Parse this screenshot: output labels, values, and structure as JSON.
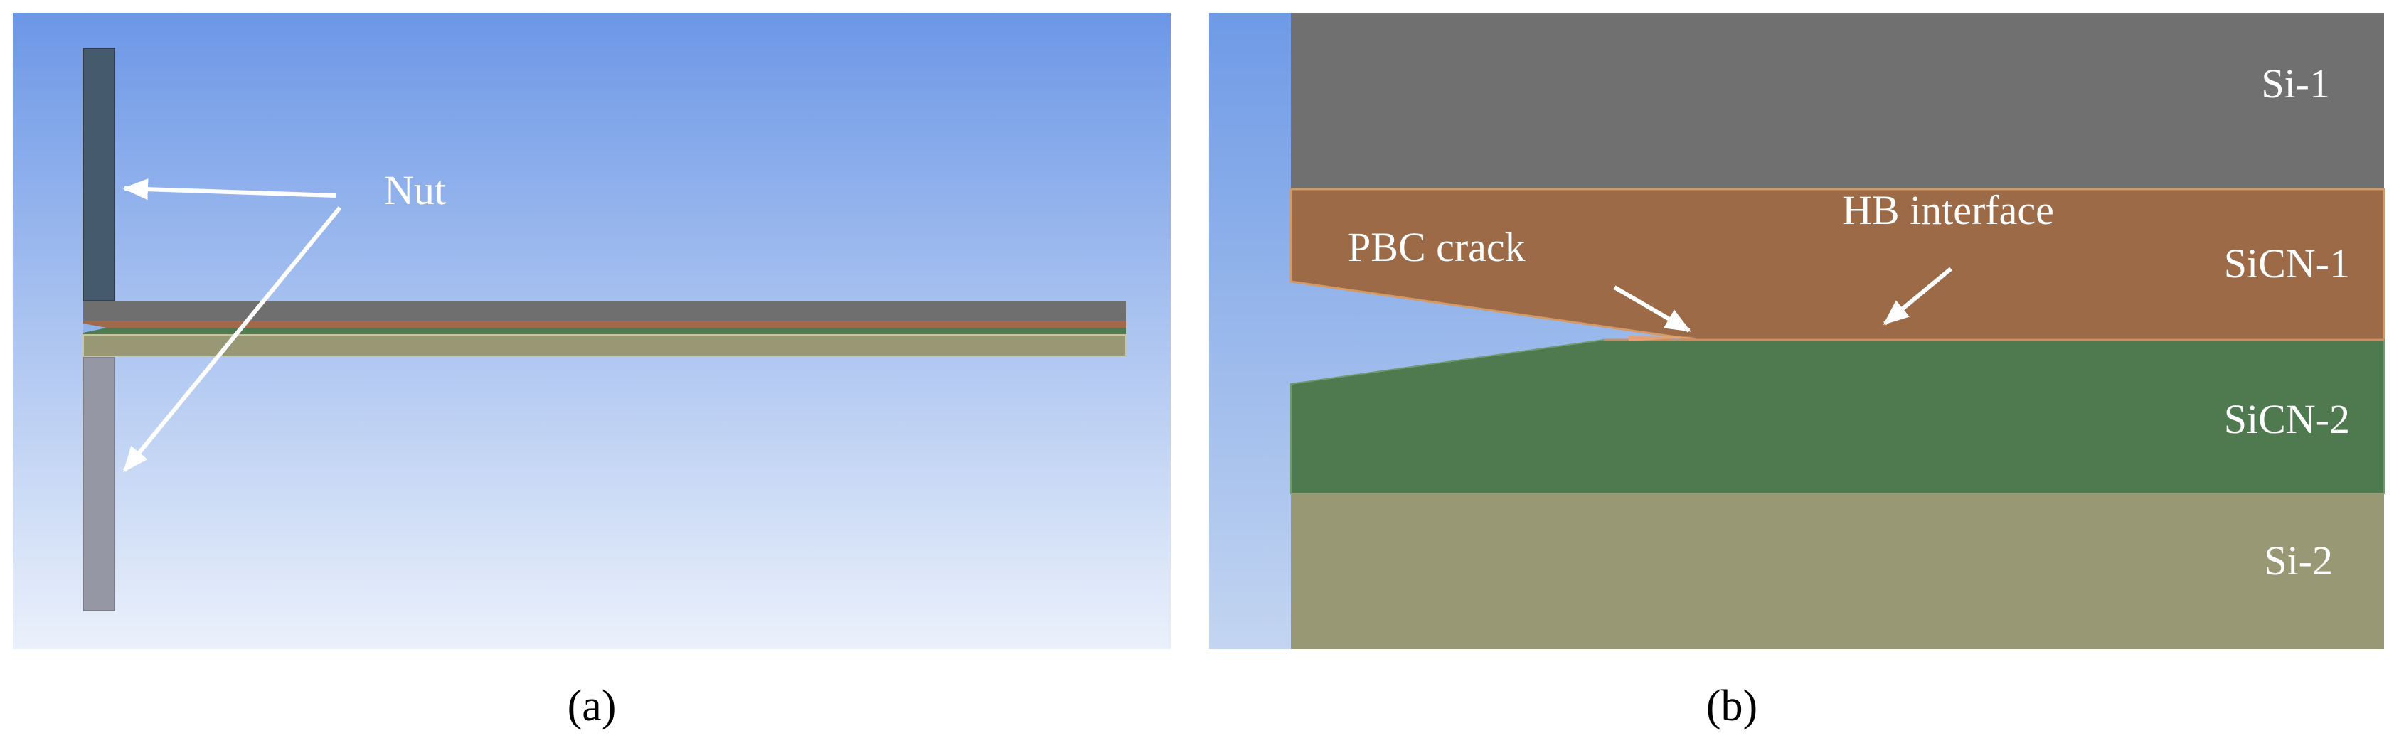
{
  "panel_a": {
    "label": "(a)",
    "annotation_nut": "Nut"
  },
  "panel_b": {
    "label": "(b)",
    "layers": {
      "si1": "Si-1",
      "sicn1": "SiCN-1",
      "sicn2": "SiCN-2",
      "si2": "Si-2"
    },
    "annotation_pbc_crack": "PBC crack",
    "annotation_hb_interface": "HB interface"
  },
  "colors": {
    "background_top": "#6d98e6",
    "background_bottom": "#eaf1fb",
    "si": "#707070",
    "sicn1": "#9c6a47",
    "sicn1_edge": "#d59a62",
    "sicn2": "#4f7a4f",
    "si2": "#999874",
    "nut_top": "#455a6c",
    "nut_bottom": "#9496a4",
    "annotation_text": "#ffffff"
  }
}
